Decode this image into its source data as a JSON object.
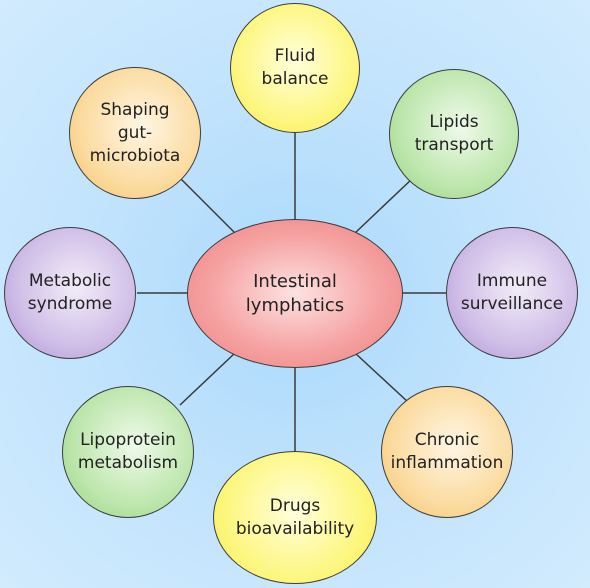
{
  "diagram": {
    "center": {
      "label": "Intestinal\nlymphatics",
      "color": "#f2a0a0"
    },
    "nodes": [
      {
        "id": "fluid-balance",
        "label": "Fluid\nbalance",
        "color": "yellow"
      },
      {
        "id": "lipids-transport",
        "label": "Lipids\ntransport",
        "color": "green"
      },
      {
        "id": "immune-surveillance",
        "label": "Immune\nsurveillance",
        "color": "purple"
      },
      {
        "id": "chronic-inflammation",
        "label": "Chronic\ninflammation",
        "color": "orange"
      },
      {
        "id": "drugs-bioavailability",
        "label": "Drugs\nbioavailability",
        "color": "yellow"
      },
      {
        "id": "lipoprotein-metabolism",
        "label": "Lipoprotein\nmetabolism",
        "color": "green"
      },
      {
        "id": "metabolic-syndrome",
        "label": "Metabolic\nsyndrome",
        "color": "purple"
      },
      {
        "id": "shaping-gut-microbiota",
        "label": "Shaping\ngut-\nmicrobiota",
        "color": "orange"
      }
    ]
  }
}
